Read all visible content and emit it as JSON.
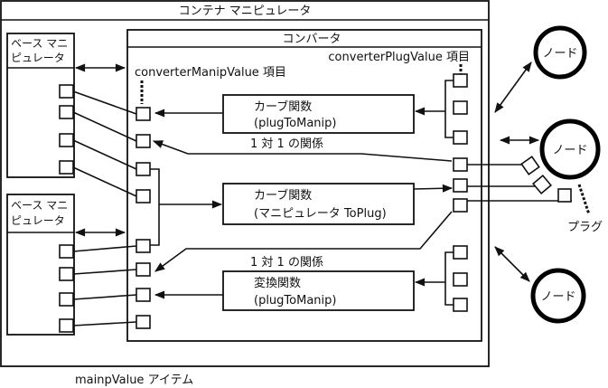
{
  "container": {
    "title": "コンテナ マニピュレータ",
    "footer_label": "mainpValue アイテム"
  },
  "base_manipulators": [
    {
      "title_line1": "ベース マニ",
      "title_line2": "ピュレータ",
      "port_count": 4
    },
    {
      "title_line1": "ベース マニ",
      "title_line2": "ピュレータ",
      "port_count": 4
    }
  ],
  "converter": {
    "title": "コンバータ",
    "manip_items_label": "converterManipValue 項目",
    "plug_items_label": "converterPlugValue 項目",
    "functions": [
      {
        "line1": "カーブ関数",
        "line2": "(plugToManip)"
      },
      {
        "line1": "カーブ関数",
        "line2": "(マニピュレータ ToPlug)"
      },
      {
        "line1": "変換関数",
        "line2": "(plugToManip)"
      }
    ],
    "relations": [
      {
        "label": "1 対 1 の関係"
      },
      {
        "label": "1 対 1 の関係"
      }
    ]
  },
  "nodes": [
    {
      "label": "ノード"
    },
    {
      "label": "ノード"
    },
    {
      "label": "ノード"
    }
  ],
  "plug_label": "プラグ",
  "colors": {
    "stroke": "#111111",
    "background": "#ffffff"
  }
}
